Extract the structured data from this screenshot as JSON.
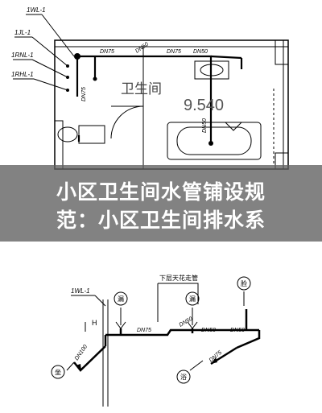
{
  "plan": {
    "riser_tags": [
      "1WL-1",
      "1JL-1",
      "1RNL-1",
      "1RHL-1"
    ],
    "room_name": "卫生间",
    "elevation": "9.540",
    "pipe_labels": [
      "DN75",
      "DN50",
      "DN75",
      "DN50",
      "DN75",
      "DN50"
    ],
    "side_label": "50"
  },
  "banner": {
    "line1": "小区卫生间水管铺设规",
    "line2": "范：小区卫生间排水系"
  },
  "riser": {
    "stack_tag": "1WL-1",
    "height_mark": "H",
    "note": "下层天花走管",
    "symbols": [
      "漏",
      "漏",
      "脸",
      "坐",
      "浴"
    ],
    "pipe_labels": [
      "DN100",
      "DN75",
      "DN50",
      "DN50",
      "DN50",
      "DN75"
    ]
  }
}
